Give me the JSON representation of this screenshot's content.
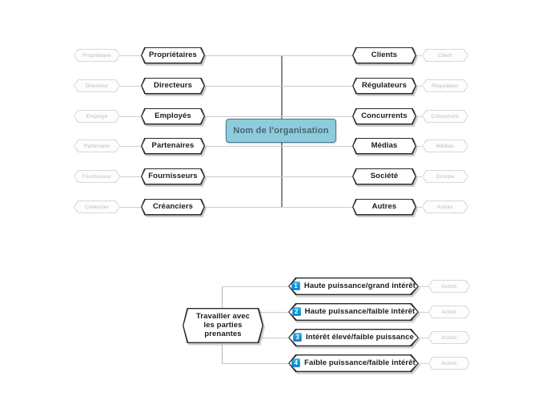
{
  "diagram": {
    "title": "Stakeholder map",
    "colors": {
      "center_fill": "#8ecbdc",
      "center_border": "#3f7f92",
      "center_text": "#4a6470",
      "node_border": "#2b2b2b",
      "node_fill": "#ffffff",
      "ghost_border": "#d8d8d8",
      "ghost_text": "#b9b9b9",
      "badge_blue": "#0f8fd8",
      "line": "#b8b8b8",
      "background": "#ffffff"
    }
  },
  "center": {
    "label": "Nom de l'organisation"
  },
  "left_branches": [
    {
      "label": "Propriétaires",
      "ghost": "Propriétaire"
    },
    {
      "label": "Directeurs",
      "ghost": "Directeur"
    },
    {
      "label": "Employés",
      "ghost": "Employé"
    },
    {
      "label": "Partenaires",
      "ghost": "Partenaire"
    },
    {
      "label": "Fournisseurs",
      "ghost": "Fournisseur"
    },
    {
      "label": "Créanciers",
      "ghost": "Créancier"
    }
  ],
  "right_branches": [
    {
      "label": "Clients",
      "ghost": "Client"
    },
    {
      "label": "Régulateurs",
      "ghost": "Régulateur"
    },
    {
      "label": "Concurrents",
      "ghost": "Concurrent"
    },
    {
      "label": "Médias",
      "ghost": "Médias"
    },
    {
      "label": "Société",
      "ghost": "Groupe"
    },
    {
      "label": "Autres",
      "ghost": "Autres"
    }
  ],
  "bottom": {
    "root": {
      "line1": "Travailler avec",
      "line2": "les parties",
      "line3": "prenantes"
    },
    "rows": [
      {
        "number": "1",
        "label": "Haute puissance/grand intérêt",
        "ghost": "Action"
      },
      {
        "number": "2",
        "label": "Haute puissance/faible intérêt",
        "ghost": "Action"
      },
      {
        "number": "3",
        "label": "Intérêt élevé/faible puissance",
        "ghost": "Action"
      },
      {
        "number": "4",
        "label": "Faible puissance/faible intérêt",
        "ghost": "Action"
      }
    ]
  }
}
